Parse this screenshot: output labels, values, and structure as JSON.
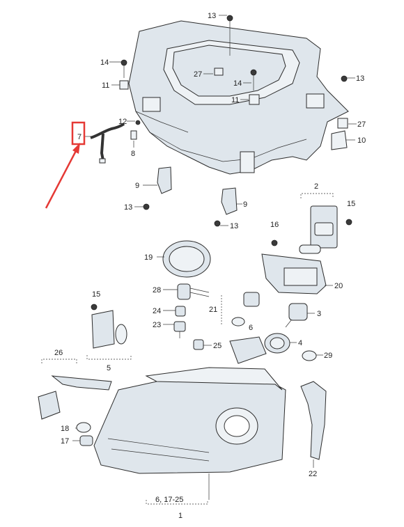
{
  "callouts": {
    "c13a": "13",
    "c14a": "14",
    "c11a": "11",
    "c27a": "27",
    "c14b": "14",
    "c11b": "11",
    "c13b": "13",
    "c12": "12",
    "c7": "7",
    "c8": "8",
    "c27b": "27",
    "c10": "10",
    "c9a": "9",
    "c9b": "9",
    "c13c": "13",
    "c13d": "13",
    "c2": "2",
    "c15a": "15",
    "c16": "16",
    "c19": "19",
    "c20": "20",
    "c28": "28",
    "c15b": "15",
    "c21": "21",
    "c3": "3",
    "c24": "24",
    "c23": "23",
    "c6": "6",
    "c4": "4",
    "c25": "25",
    "c5": "5",
    "c26": "26",
    "c29": "29",
    "c18": "18",
    "c17": "17",
    "c22": "22",
    "c1sub": "6, 17-25",
    "c1": "1"
  },
  "highlight": {
    "color": "#e53935",
    "target": "7"
  },
  "colors": {
    "part_fill": "#dfe6ec",
    "outline": "#2b2b2b"
  }
}
